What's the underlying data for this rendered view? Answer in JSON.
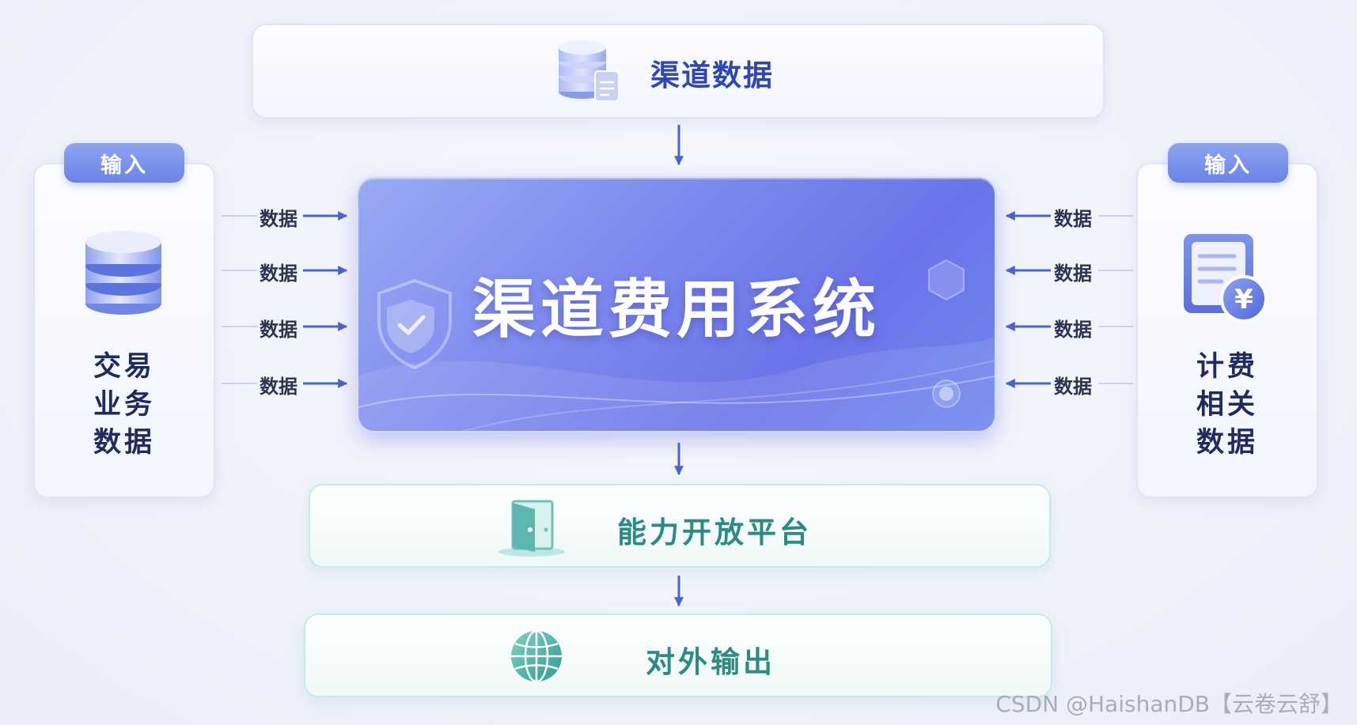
{
  "top_box": {
    "title": "渠道数据",
    "icon": "database-document-icon"
  },
  "core": {
    "title": "渠道费用系统",
    "icons": [
      "shield-check-icon",
      "hexagon-icon",
      "orb-icon"
    ]
  },
  "left_panel": {
    "tag": "输入",
    "label_lines": [
      "交易",
      "业务",
      "数据"
    ],
    "icon": "database-stack-icon"
  },
  "right_panel": {
    "tag": "输入",
    "label_lines": [
      "计费",
      "相关",
      "数据"
    ],
    "icon": "invoice-yuan-icon"
  },
  "left_flows": [
    "数据",
    "数据",
    "数据",
    "数据"
  ],
  "right_flows": [
    "数据",
    "数据",
    "数据",
    "数据"
  ],
  "open_platform": {
    "title": "能力开放平台",
    "icon": "open-door-icon"
  },
  "output": {
    "title": "对外输出",
    "icon": "globe-icon"
  },
  "watermark": "CSDN @HaishanDB【云卷云舒】",
  "colors": {
    "primary_blue": "#2f46b4",
    "core_gradient_start": "#9aa9f3",
    "core_gradient_end": "#6b74e8",
    "teal": "#2b8c84",
    "arrow": "#4a63d4"
  }
}
